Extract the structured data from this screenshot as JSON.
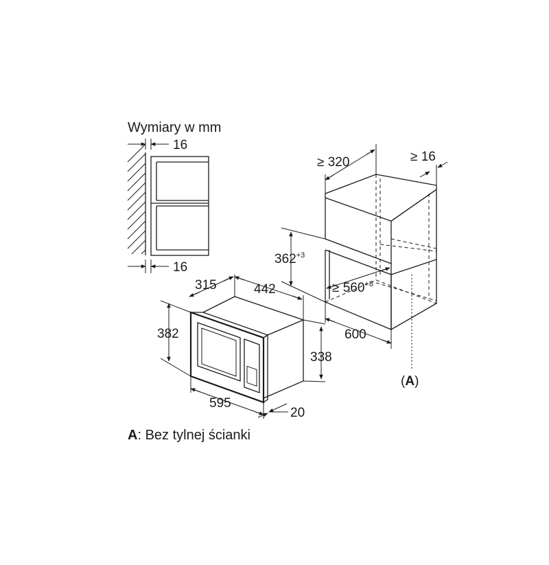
{
  "title": "Wymiary w mm",
  "legend": {
    "key": "A",
    "text": ": Bez tylnej ścianki"
  },
  "callout": {
    "open": "(",
    "key": "A",
    "close": ")"
  },
  "dims": {
    "wall_gap_top": "16",
    "wall_gap_bottom": "16",
    "depth_315": "315",
    "width_442": "442",
    "height_382": "382",
    "height_338": "338",
    "width_595": "595",
    "front_20": "20",
    "min_320": "≥ 320",
    "min_16": "≥ 16",
    "niche_362": "362",
    "niche_362_tol": "+3",
    "niche_560": "≥ 560",
    "niche_560_tol": "+8",
    "cabinet_600": "600"
  }
}
